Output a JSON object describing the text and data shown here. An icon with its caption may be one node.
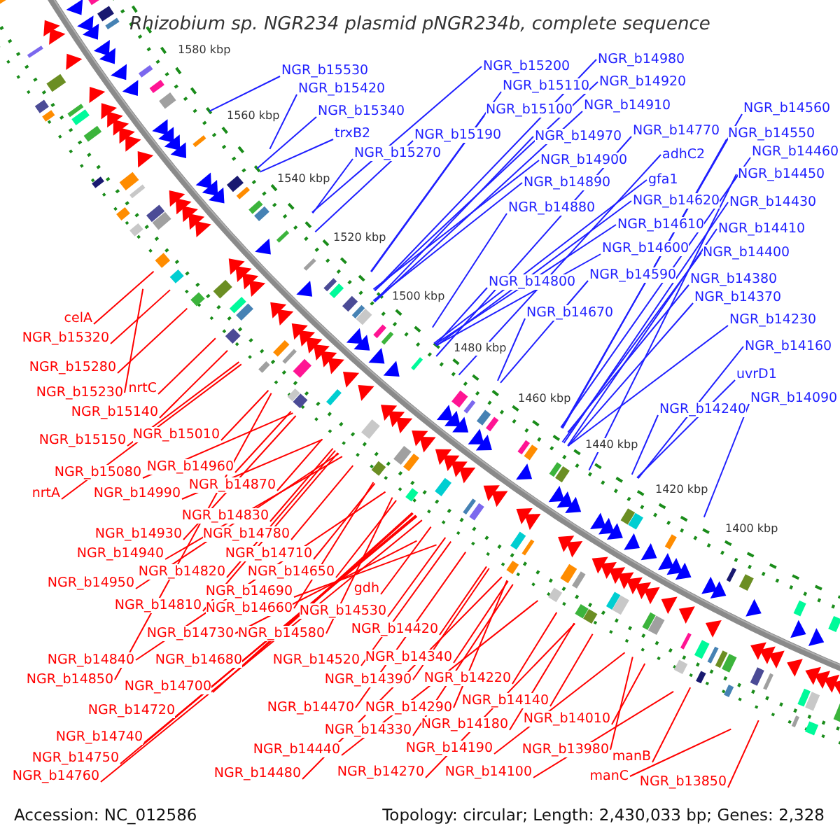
{
  "diagram": {
    "title": "Rhizobium sp. NGR234 plasmid pNGR234b, complete sequence",
    "nodes": [
      {
        "text": [
          "NGR_b15530"
        ]
      },
      {
        "text": [
          "NGR_b15420"
        ]
      },
      {
        "text": [
          "NGR_b15340"
        ]
      },
      {
        "text": [
          "trxB2"
        ]
      },
      {
        "text": [
          "NGR_b15270"
        ]
      },
      {
        "text": [
          "NGR_b15190"
        ]
      },
      {
        "text": [
          "NGR_b15200"
        ]
      },
      {
        "text": [
          "NGR_b15110"
        ]
      },
      {
        "text": [
          "NGR_b15100"
        ]
      },
      {
        "text": [
          "NGR_b14980"
        ]
      },
      {
        "text": [
          "NGR_b14920"
        ]
      },
      {
        "text": [
          "NGR_b14910"
        ]
      },
      {
        "text": [
          "NGR_b14970"
        ]
      },
      {
        "text": [
          "NGR_b14900"
        ]
      },
      {
        "text": [
          "NGR_b14890"
        ]
      },
      {
        "text": [
          "NGR_b14880"
        ]
      },
      {
        "text": [
          "NGR_b14770"
        ]
      },
      {
        "text": [
          "adhC2"
        ]
      },
      {
        "text": [
          "gfa1"
        ]
      },
      {
        "text": [
          "NGR_b14620"
        ]
      },
      {
        "text": [
          "NGR_b14610"
        ]
      },
      {
        "text": [
          "NGR_b14600"
        ]
      },
      {
        "text": [
          "NGR_b14590"
        ]
      },
      {
        "text": [
          "NGR_b14800"
        ]
      },
      {
        "text": [
          "NGR_b14670"
        ]
      },
      {
        "text": [
          "NGR_b14560"
        ]
      },
      {
        "text": [
          "NGR_b14550"
        ]
      },
      {
        "text": [
          "NGR_b14460"
        ]
      },
      {
        "text": [
          "NGR_b14450"
        ]
      },
      {
        "text": [
          "NGR_b14430"
        ]
      },
      {
        "text": [
          "NGR_b14410"
        ]
      },
      {
        "text": [
          "NGR_b14400"
        ]
      },
      {
        "text": [
          "NGR_b14380"
        ]
      },
      {
        "text": [
          "NGR_b14370"
        ]
      },
      {
        "text": [
          "NGR_b14230"
        ]
      },
      {
        "text": [
          "NGR_b14160"
        ]
      },
      {
        "text": [
          "uvrD1"
        ]
      },
      {
        "text": [
          "NGR_b14090"
        ]
      },
      {
        "text": [
          "NGR_b14240"
        ]
      },
      {
        "text": [
          "celA"
        ]
      },
      {
        "text": [
          "NGR_b15320"
        ]
      },
      {
        "text": [
          "NGR_b15280"
        ]
      },
      {
        "text": [
          "nrtC"
        ]
      },
      {
        "text": [
          "NGR_b15230"
        ]
      },
      {
        "text": [
          "NGR_b15140"
        ]
      },
      {
        "text": [
          "NGR_b15010"
        ]
      },
      {
        "text": [
          "NGR_b15150"
        ]
      },
      {
        "text": [
          "NGR_b14960"
        ]
      },
      {
        "text": [
          "NGR_b15080"
        ]
      },
      {
        "text": [
          "NGR_b14870"
        ]
      },
      {
        "text": [
          "nrtA"
        ]
      },
      {
        "text": [
          "NGR_b14990"
        ]
      },
      {
        "text": [
          "NGR_b14830"
        ]
      },
      {
        "text": [
          "NGR_b14930"
        ]
      },
      {
        "text": [
          "NGR_b14780"
        ]
      },
      {
        "text": [
          "NGR_b14940"
        ]
      },
      {
        "text": [
          "NGR_b14710"
        ]
      },
      {
        "text": [
          "NGR_b14820"
        ]
      },
      {
        "text": [
          "NGR_b14650"
        ]
      },
      {
        "text": [
          "NGR_b14950"
        ]
      },
      {
        "text": [
          "gdh"
        ]
      },
      {
        "text": [
          "NGR_b14690"
        ]
      },
      {
        "text": [
          "NGR_b14810"
        ]
      },
      {
        "text": [
          "NGR_b14660"
        ]
      },
      {
        "text": [
          "NGR_b14530"
        ]
      },
      {
        "text": [
          "NGR_b14420"
        ]
      },
      {
        "text": [
          "NGR_b14730"
        ]
      },
      {
        "text": [
          "NGR_b14580"
        ]
      },
      {
        "text": [
          "NGR_b14340"
        ]
      },
      {
        "text": [
          "NGR_b14840"
        ]
      },
      {
        "text": [
          "NGR_b14680"
        ]
      },
      {
        "text": [
          "NGR_b14520"
        ]
      },
      {
        "text": [
          "NGR_b14220"
        ]
      },
      {
        "text": [
          "NGR_b14850"
        ]
      },
      {
        "text": [
          "NGR_b14390"
        ]
      },
      {
        "text": [
          "NGR_b14700"
        ]
      },
      {
        "text": [
          "NGR_b14140"
        ]
      },
      {
        "text": [
          "NGR_b14470"
        ]
      },
      {
        "text": [
          "NGR_b14290"
        ]
      },
      {
        "text": [
          "NGR_b14720"
        ]
      },
      {
        "text": [
          "NGR_b14010"
        ]
      },
      {
        "text": [
          "NGR_b14180"
        ]
      },
      {
        "text": [
          "NGR_b14330"
        ]
      },
      {
        "text": [
          "NGR_b14740"
        ]
      },
      {
        "text": [
          "NGR_b14190"
        ]
      },
      {
        "text": [
          "NGR_b13980"
        ]
      },
      {
        "text": [
          "NGR_b14440"
        ]
      },
      {
        "text": [
          "manB"
        ]
      },
      {
        "text": [
          "NGR_b14750"
        ]
      },
      {
        "text": [
          "NGR_b14480"
        ]
      },
      {
        "text": [
          "NGR_b14270"
        ]
      },
      {
        "text": [
          "NGR_b14100"
        ]
      },
      {
        "text": [
          "manC"
        ]
      },
      {
        "text": [
          "NGR_b14760"
        ]
      },
      {
        "text": [
          "NGR_b13850"
        ]
      }
    ],
    "edges": [
      {
        "from": 0,
        "to": null,
        "arrow": "none",
        "color": "#1f1fff"
      },
      {
        "from": 1,
        "to": null,
        "arrow": "none",
        "color": "#1f1fff"
      },
      {
        "from": 2,
        "to": null,
        "arrow": "none",
        "color": "#1f1fff"
      },
      {
        "from": 3,
        "to": null,
        "arrow": "none",
        "color": "#1f1fff"
      },
      {
        "from": 4,
        "to": null,
        "arrow": "none",
        "color": "#1f1fff"
      },
      {
        "from": 5,
        "to": null,
        "arrow": "none",
        "color": "#1f1fff"
      },
      {
        "from": 6,
        "to": null,
        "arrow": "none",
        "color": "#1f1fff"
      },
      {
        "from": 7,
        "to": null,
        "arrow": "none",
        "color": "#1f1fff"
      },
      {
        "from": 8,
        "to": null,
        "arrow": "none",
        "color": "#1f1fff"
      },
      {
        "from": 9,
        "to": null,
        "arrow": "none",
        "color": "#1f1fff"
      },
      {
        "from": 10,
        "to": null,
        "arrow": "none",
        "color": "#1f1fff"
      },
      {
        "from": 11,
        "to": null,
        "arrow": "none",
        "color": "#1f1fff"
      },
      {
        "from": 12,
        "to": null,
        "arrow": "none",
        "color": "#1f1fff"
      },
      {
        "from": 13,
        "to": null,
        "arrow": "none",
        "color": "#1f1fff"
      },
      {
        "from": 14,
        "to": null,
        "arrow": "none",
        "color": "#1f1fff"
      },
      {
        "from": 15,
        "to": null,
        "arrow": "none",
        "color": "#1f1fff"
      },
      {
        "from": 16,
        "to": null,
        "arrow": "none",
        "color": "#1f1fff"
      },
      {
        "from": 17,
        "to": null,
        "arrow": "none",
        "color": "#1f1fff"
      },
      {
        "from": 18,
        "to": null,
        "arrow": "none",
        "color": "#1f1fff"
      },
      {
        "from": 19,
        "to": null,
        "arrow": "none",
        "color": "#1f1fff"
      },
      {
        "from": 20,
        "to": null,
        "arrow": "none",
        "color": "#1f1fff"
      },
      {
        "from": 21,
        "to": null,
        "arrow": "none",
        "color": "#1f1fff"
      },
      {
        "from": 22,
        "to": null,
        "arrow": "none",
        "color": "#1f1fff"
      },
      {
        "from": 23,
        "to": null,
        "arrow": "none",
        "color": "#1f1fff"
      },
      {
        "from": 24,
        "to": null,
        "arrow": "none",
        "color": "#1f1fff"
      },
      {
        "from": 25,
        "to": null,
        "arrow": "none",
        "color": "#1f1fff"
      },
      {
        "from": 26,
        "to": null,
        "arrow": "none",
        "color": "#1f1fff"
      },
      {
        "from": 27,
        "to": null,
        "arrow": "none",
        "color": "#1f1fff"
      },
      {
        "from": 28,
        "to": null,
        "arrow": "none",
        "color": "#1f1fff"
      },
      {
        "from": 29,
        "to": null,
        "arrow": "none",
        "color": "#1f1fff"
      },
      {
        "from": 30,
        "to": null,
        "arrow": "none",
        "color": "#1f1fff"
      },
      {
        "from": 31,
        "to": null,
        "arrow": "none",
        "color": "#1f1fff"
      },
      {
        "from": 32,
        "to": null,
        "arrow": "none",
        "color": "#1f1fff"
      },
      {
        "from": 33,
        "to": null,
        "arrow": "none",
        "color": "#1f1fff"
      },
      {
        "from": 34,
        "to": null,
        "arrow": "none",
        "color": "#1f1fff"
      },
      {
        "from": 35,
        "to": null,
        "arrow": "none",
        "color": "#1f1fff"
      },
      {
        "from": 36,
        "to": null,
        "arrow": "none",
        "color": "#1f1fff"
      },
      {
        "from": 37,
        "to": null,
        "arrow": "none",
        "color": "#1f1fff"
      },
      {
        "from": 38,
        "to": null,
        "arrow": "none",
        "color": "#1f1fff"
      },
      {
        "from": 39,
        "to": null,
        "arrow": "none"
      },
      {
        "from": 40,
        "to": null,
        "arrow": "none"
      },
      {
        "from": 41,
        "to": null,
        "arrow": "none"
      },
      {
        "from": 42,
        "to": null,
        "arrow": "none"
      },
      {
        "from": 43,
        "to": null,
        "arrow": "none"
      },
      {
        "from": 44,
        "to": null,
        "arrow": "none"
      },
      {
        "from": 45,
        "to": null,
        "arrow": "none"
      },
      {
        "from": 46,
        "to": null,
        "arrow": "none"
      },
      {
        "from": 47,
        "to": null,
        "arrow": "none"
      },
      {
        "from": 48,
        "to": null,
        "arrow": "none"
      },
      {
        "from": 49,
        "to": null,
        "arrow": "none"
      },
      {
        "from": 50,
        "to": null,
        "arrow": "none"
      },
      {
        "from": 51,
        "to": null,
        "arrow": "none"
      },
      {
        "from": 52,
        "to": null,
        "arrow": "none"
      },
      {
        "from": 53,
        "to": null,
        "arrow": "none"
      },
      {
        "from": 54,
        "to": null,
        "arrow": "none"
      },
      {
        "from": 55,
        "to": null,
        "arrow": "none"
      },
      {
        "from": 56,
        "to": null,
        "arrow": "none"
      },
      {
        "from": 57,
        "to": null,
        "arrow": "none"
      },
      {
        "from": 58,
        "to": null,
        "arrow": "none"
      },
      {
        "from": 59,
        "to": null,
        "arrow": "none"
      },
      {
        "from": 60,
        "to": null,
        "arrow": "none"
      },
      {
        "from": 61,
        "to": null,
        "arrow": "none"
      },
      {
        "from": 62,
        "to": null,
        "arrow": "none"
      },
      {
        "from": 63,
        "to": null,
        "arrow": "none"
      },
      {
        "from": 64,
        "to": null,
        "arrow": "none"
      },
      {
        "from": 65,
        "to": null,
        "arrow": "none"
      },
      {
        "from": 66,
        "to": null,
        "arrow": "none"
      },
      {
        "from": 67,
        "to": null,
        "arrow": "none"
      },
      {
        "from": 68,
        "to": null,
        "arrow": "none"
      },
      {
        "from": 69,
        "to": null,
        "arrow": "none"
      },
      {
        "from": 70,
        "to": null,
        "arrow": "none"
      },
      {
        "from": 71,
        "to": null,
        "arrow": "none"
      },
      {
        "from": 72,
        "to": null,
        "arrow": "none"
      },
      {
        "from": 73,
        "to": null,
        "arrow": "none"
      },
      {
        "from": 74,
        "to": null,
        "arrow": "none"
      },
      {
        "from": 75,
        "to": null,
        "arrow": "none"
      },
      {
        "from": 76,
        "to": null,
        "arrow": "none"
      },
      {
        "from": 77,
        "to": null,
        "arrow": "none"
      },
      {
        "from": 78,
        "to": null,
        "arrow": "none"
      },
      {
        "from": 79,
        "to": null,
        "arrow": "none"
      },
      {
        "from": 80,
        "to": null,
        "arrow": "none"
      },
      {
        "from": 81,
        "to": null,
        "arrow": "none"
      },
      {
        "from": 82,
        "to": null,
        "arrow": "none"
      },
      {
        "from": 83,
        "to": null,
        "arrow": "none"
      },
      {
        "from": 84,
        "to": null,
        "arrow": "none"
      },
      {
        "from": 85,
        "to": null,
        "arrow": "none"
      },
      {
        "from": 86,
        "to": null,
        "arrow": "none"
      },
      {
        "from": 87,
        "to": null,
        "arrow": "none"
      },
      {
        "from": 88,
        "to": null,
        "arrow": "none"
      },
      {
        "from": 89,
        "to": null,
        "arrow": "none"
      },
      {
        "from": 90,
        "to": null,
        "arrow": "none"
      },
      {
        "from": 91,
        "to": null,
        "arrow": "none"
      },
      {
        "from": 92,
        "to": null,
        "arrow": "none"
      },
      {
        "from": 93,
        "to": null,
        "arrow": "none"
      },
      {
        "from": 94,
        "to": null,
        "arrow": "none"
      }
    ],
    "labels": [
      "1580 kbp",
      "1560 kbp",
      "1540 kbp",
      "1520 kbp",
      "1500 kbp",
      "1480 kbp",
      "1460 kbp",
      "1440 kbp",
      "1420 kbp",
      "1400 kbp",
      "Accession: NC_012586",
      "Topology: circular; Length: 2,430,033 bp; Genes: 2,328"
    ]
  }
}
